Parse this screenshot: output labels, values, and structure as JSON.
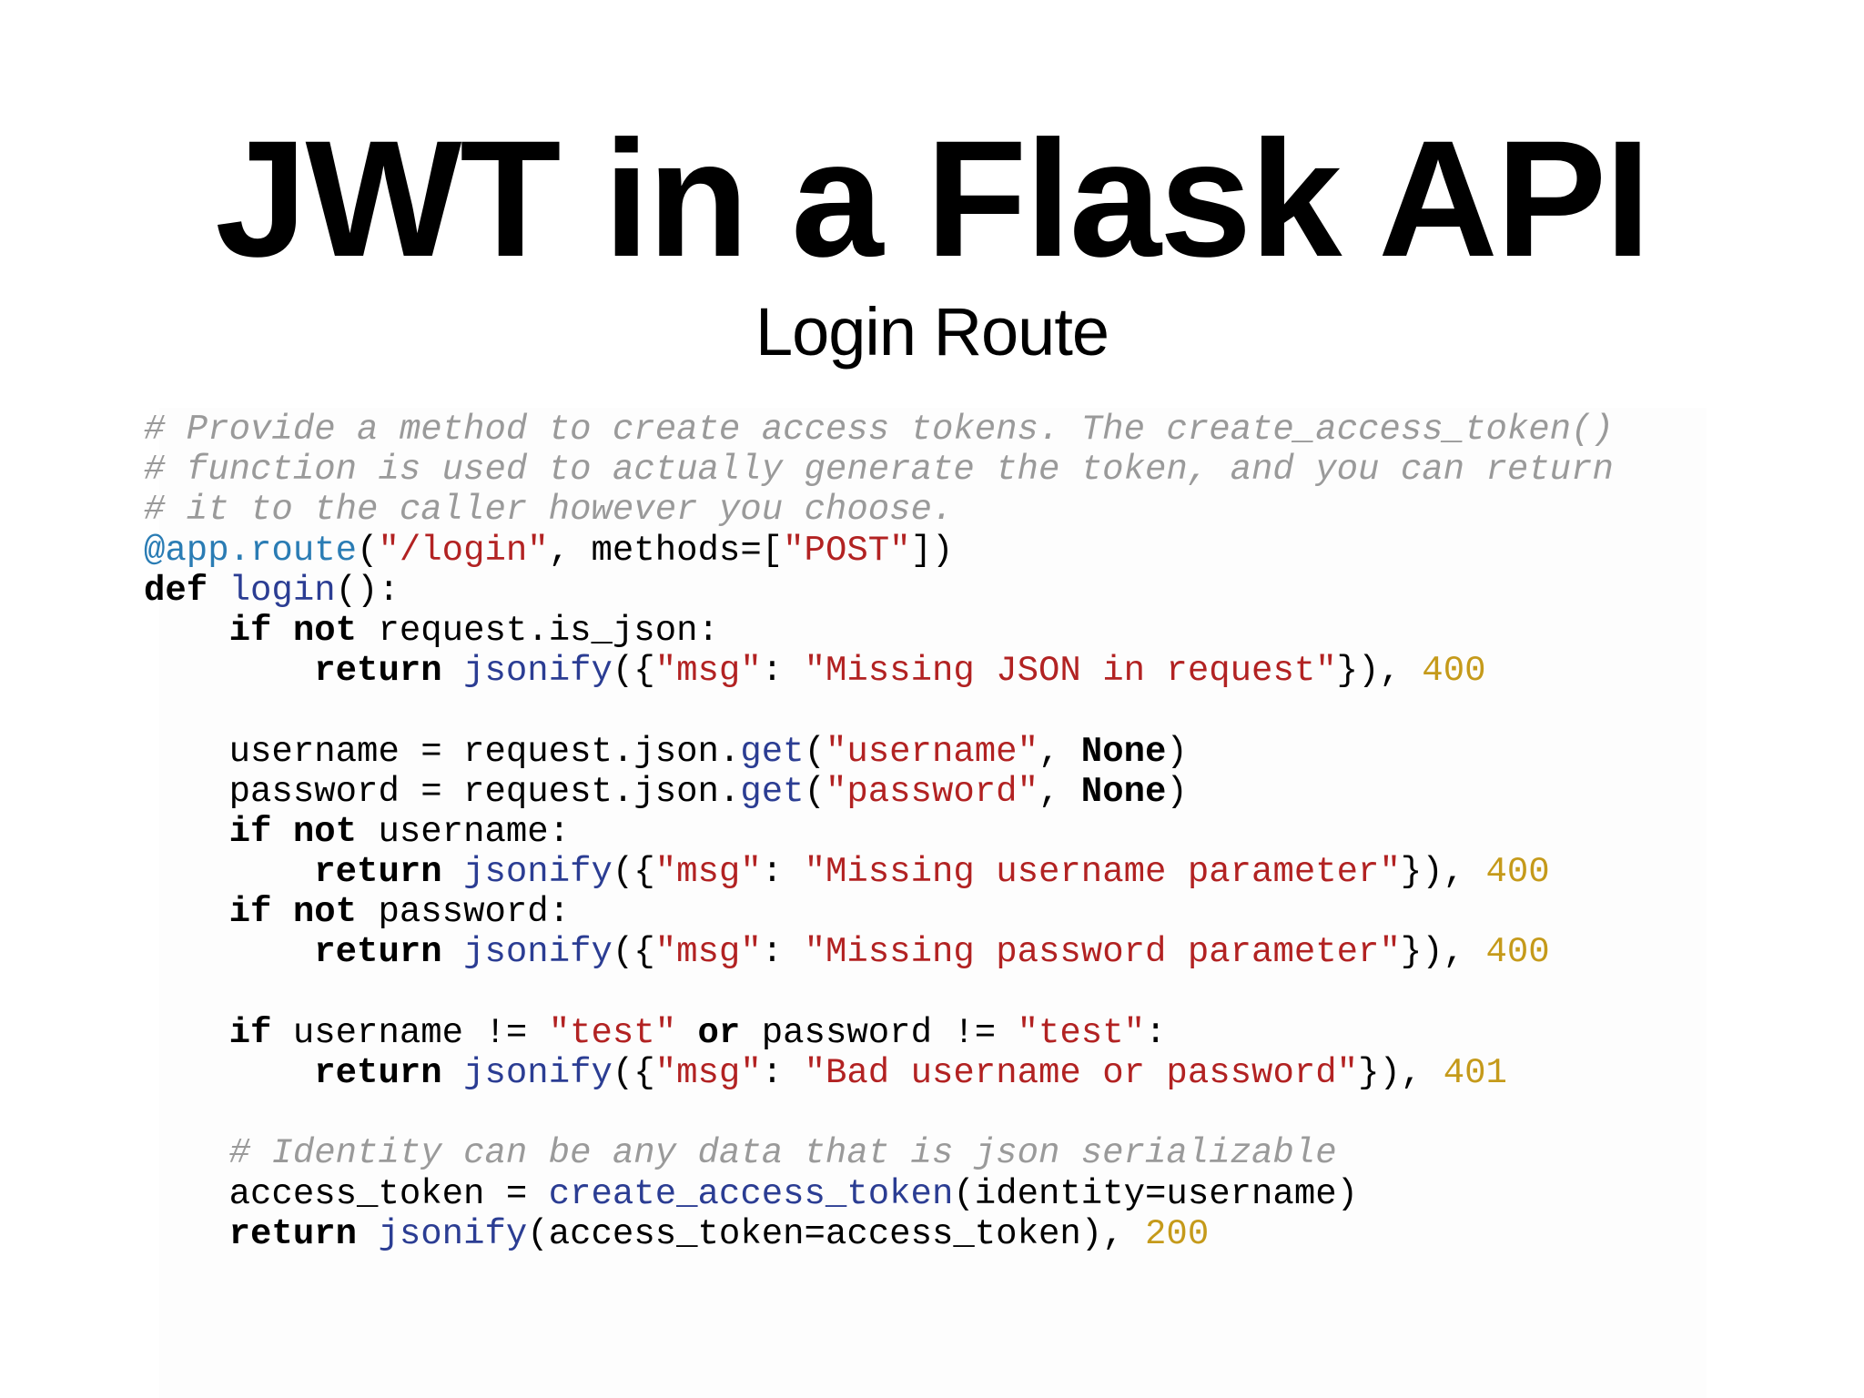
{
  "slide": {
    "title": "JWT in a Flask API",
    "subtitle": "Login Route"
  },
  "colors": {
    "comment": "#9a9a9a",
    "string": "#b22222",
    "number": "#c59a1a",
    "function": "#2b3d93",
    "decorator": "#2a7cb4",
    "keyword": "#000000",
    "background": "#ffffff"
  },
  "code": {
    "language": "python",
    "lines": [
      [
        {
          "t": "# Provide a method to create access tokens. The create_access_token()",
          "k": "com"
        }
      ],
      [
        {
          "t": "# function is used to actually generate the token, and you can return",
          "k": "com"
        }
      ],
      [
        {
          "t": "# it to the caller however you choose.",
          "k": "com"
        }
      ],
      [
        {
          "t": "@app.route",
          "k": "dec"
        },
        {
          "t": "(",
          "k": ""
        },
        {
          "t": "\"/login\"",
          "k": "str"
        },
        {
          "t": ", methods=[",
          "k": ""
        },
        {
          "t": "\"POST\"",
          "k": "str"
        },
        {
          "t": "])",
          "k": ""
        }
      ],
      [
        {
          "t": "def",
          "k": "kw"
        },
        {
          "t": " ",
          "k": ""
        },
        {
          "t": "login",
          "k": "fn"
        },
        {
          "t": "():",
          "k": ""
        }
      ],
      [
        {
          "t": "    ",
          "k": ""
        },
        {
          "t": "if not",
          "k": "kw"
        },
        {
          "t": " request.is_json:",
          "k": ""
        }
      ],
      [
        {
          "t": "        ",
          "k": ""
        },
        {
          "t": "return",
          "k": "kw"
        },
        {
          "t": " ",
          "k": ""
        },
        {
          "t": "jsonify",
          "k": "fn"
        },
        {
          "t": "({",
          "k": ""
        },
        {
          "t": "\"msg\"",
          "k": "str"
        },
        {
          "t": ": ",
          "k": ""
        },
        {
          "t": "\"Missing JSON in request\"",
          "k": "str"
        },
        {
          "t": "}), ",
          "k": ""
        },
        {
          "t": "400",
          "k": "num"
        }
      ],
      [],
      [
        {
          "t": "    username = request.json.",
          "k": ""
        },
        {
          "t": "get",
          "k": "fn"
        },
        {
          "t": "(",
          "k": ""
        },
        {
          "t": "\"username\"",
          "k": "str"
        },
        {
          "t": ", ",
          "k": ""
        },
        {
          "t": "None",
          "k": "kw"
        },
        {
          "t": ")",
          "k": ""
        }
      ],
      [
        {
          "t": "    password = request.json.",
          "k": ""
        },
        {
          "t": "get",
          "k": "fn"
        },
        {
          "t": "(",
          "k": ""
        },
        {
          "t": "\"password\"",
          "k": "str"
        },
        {
          "t": ", ",
          "k": ""
        },
        {
          "t": "None",
          "k": "kw"
        },
        {
          "t": ")",
          "k": ""
        }
      ],
      [
        {
          "t": "    ",
          "k": ""
        },
        {
          "t": "if not",
          "k": "kw"
        },
        {
          "t": " username:",
          "k": ""
        }
      ],
      [
        {
          "t": "        ",
          "k": ""
        },
        {
          "t": "return",
          "k": "kw"
        },
        {
          "t": " ",
          "k": ""
        },
        {
          "t": "jsonify",
          "k": "fn"
        },
        {
          "t": "({",
          "k": ""
        },
        {
          "t": "\"msg\"",
          "k": "str"
        },
        {
          "t": ": ",
          "k": ""
        },
        {
          "t": "\"Missing username parameter\"",
          "k": "str"
        },
        {
          "t": "}), ",
          "k": ""
        },
        {
          "t": "400",
          "k": "num"
        }
      ],
      [
        {
          "t": "    ",
          "k": ""
        },
        {
          "t": "if not",
          "k": "kw"
        },
        {
          "t": " password:",
          "k": ""
        }
      ],
      [
        {
          "t": "        ",
          "k": ""
        },
        {
          "t": "return",
          "k": "kw"
        },
        {
          "t": " ",
          "k": ""
        },
        {
          "t": "jsonify",
          "k": "fn"
        },
        {
          "t": "({",
          "k": ""
        },
        {
          "t": "\"msg\"",
          "k": "str"
        },
        {
          "t": ": ",
          "k": ""
        },
        {
          "t": "\"Missing password parameter\"",
          "k": "str"
        },
        {
          "t": "}), ",
          "k": ""
        },
        {
          "t": "400",
          "k": "num"
        }
      ],
      [],
      [
        {
          "t": "    ",
          "k": ""
        },
        {
          "t": "if",
          "k": "kw"
        },
        {
          "t": " username != ",
          "k": ""
        },
        {
          "t": "\"test\"",
          "k": "str"
        },
        {
          "t": " ",
          "k": ""
        },
        {
          "t": "or",
          "k": "kw"
        },
        {
          "t": " password != ",
          "k": ""
        },
        {
          "t": "\"test\"",
          "k": "str"
        },
        {
          "t": ":",
          "k": ""
        }
      ],
      [
        {
          "t": "        ",
          "k": ""
        },
        {
          "t": "return",
          "k": "kw"
        },
        {
          "t": " ",
          "k": ""
        },
        {
          "t": "jsonify",
          "k": "fn"
        },
        {
          "t": "({",
          "k": ""
        },
        {
          "t": "\"msg\"",
          "k": "str"
        },
        {
          "t": ": ",
          "k": ""
        },
        {
          "t": "\"Bad username or password\"",
          "k": "str"
        },
        {
          "t": "}), ",
          "k": ""
        },
        {
          "t": "401",
          "k": "num"
        }
      ],
      [],
      [
        {
          "t": "    ",
          "k": ""
        },
        {
          "t": "# Identity can be any data that is json serializable",
          "k": "com"
        }
      ],
      [
        {
          "t": "    access_token = ",
          "k": ""
        },
        {
          "t": "create_access_token",
          "k": "fn"
        },
        {
          "t": "(identity=username)",
          "k": ""
        }
      ],
      [
        {
          "t": "    ",
          "k": ""
        },
        {
          "t": "return",
          "k": "kw"
        },
        {
          "t": " ",
          "k": ""
        },
        {
          "t": "jsonify",
          "k": "fn"
        },
        {
          "t": "(access_token=access_token), ",
          "k": ""
        },
        {
          "t": "200",
          "k": "num"
        }
      ]
    ]
  }
}
